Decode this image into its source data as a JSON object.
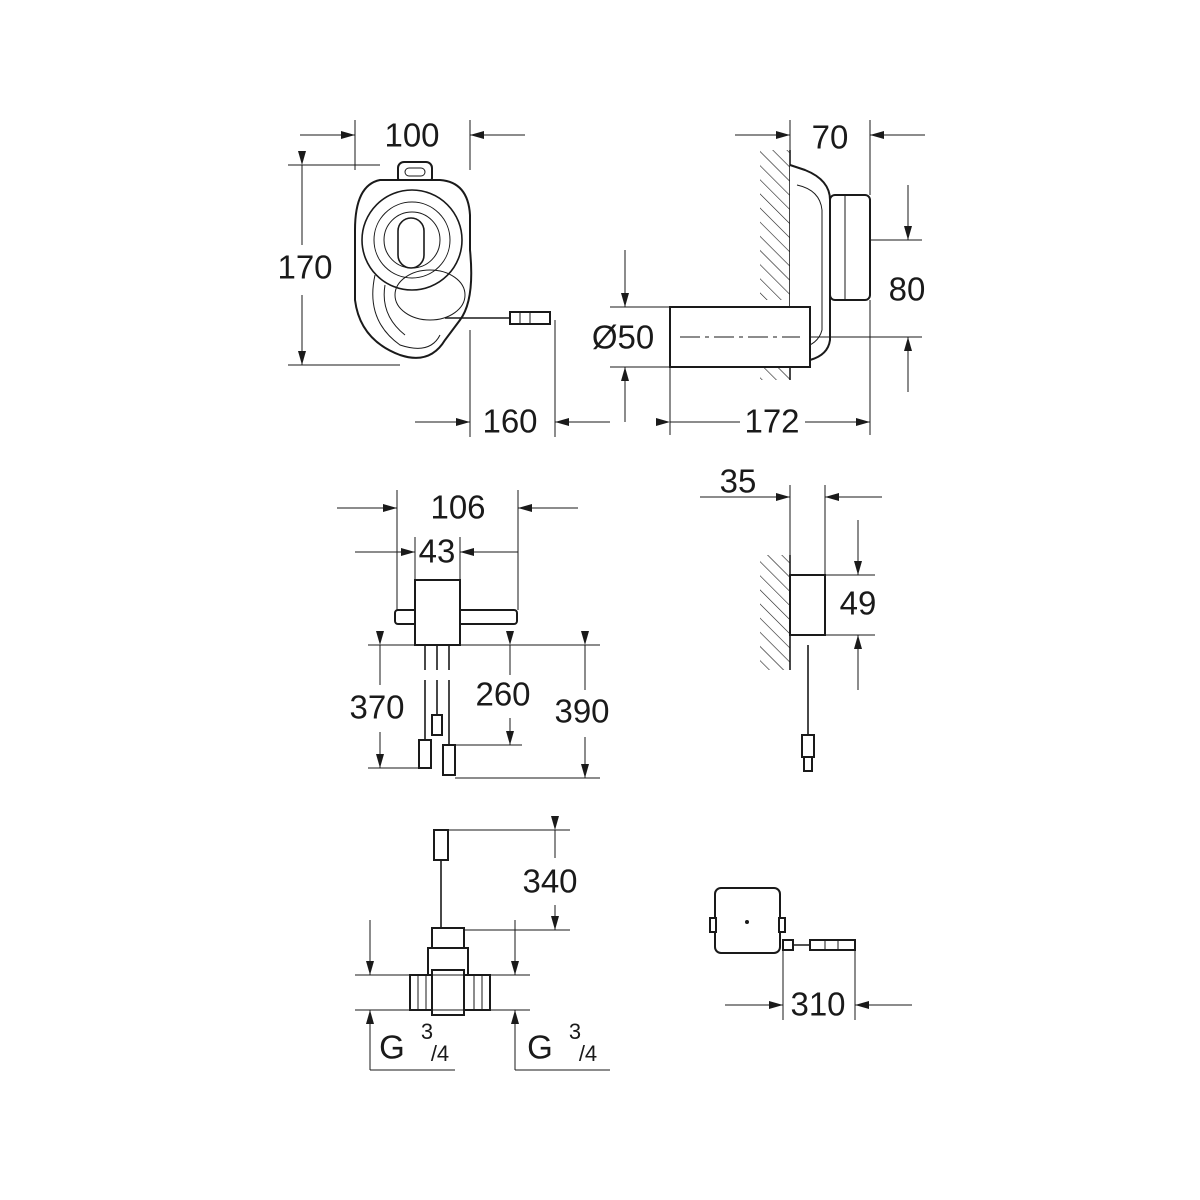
{
  "drawing": {
    "siphon_front": {
      "width": "100",
      "height": "170",
      "cable": "160"
    },
    "siphon_side": {
      "depth": "70",
      "outlet_height": "80",
      "pipe_diameter": "Ø50",
      "pipe_length": "172"
    },
    "sensor_front": {
      "bar_width": "106",
      "box_width": "43",
      "cable_a": "370",
      "cable_b": "260",
      "cable_c": "390"
    },
    "sensor_side": {
      "depth": "35",
      "height": "49"
    },
    "valve": {
      "cable": "340",
      "inlet_left": "G",
      "inlet_right": "G",
      "thread_num": "3",
      "thread_den": "/4"
    },
    "power_box": {
      "cable": "310"
    }
  }
}
